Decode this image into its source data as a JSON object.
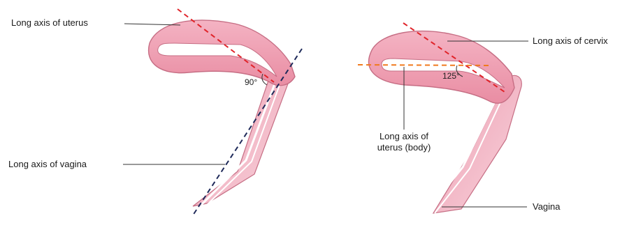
{
  "left_figure": {
    "labels": {
      "uterus_axis": "Long axis of uterus",
      "vagina_axis": "Long axis of vagina"
    },
    "angle_label": "90°"
  },
  "right_figure": {
    "labels": {
      "cervix_axis": "Long axis of cervix",
      "uterus_body_axis_line1": "Long axis of",
      "uterus_body_axis_line2": "uterus (body)",
      "vagina": "Vagina"
    },
    "angle_label": "125°"
  },
  "colors": {
    "tissue_fill": "#ef9fb2",
    "tissue_stroke": "#c66e84",
    "cavity_fill": "#ffffff",
    "red_axis": "#e0242a",
    "orange_axis": "#f07a1e",
    "navy_axis": "#1f2a5a",
    "leader_line": "#333333"
  },
  "icons": {
    "left_figure": "uterus-anteverted-anteflexed",
    "right_figure": "uterus-anteverted-obtuse-flexion"
  }
}
